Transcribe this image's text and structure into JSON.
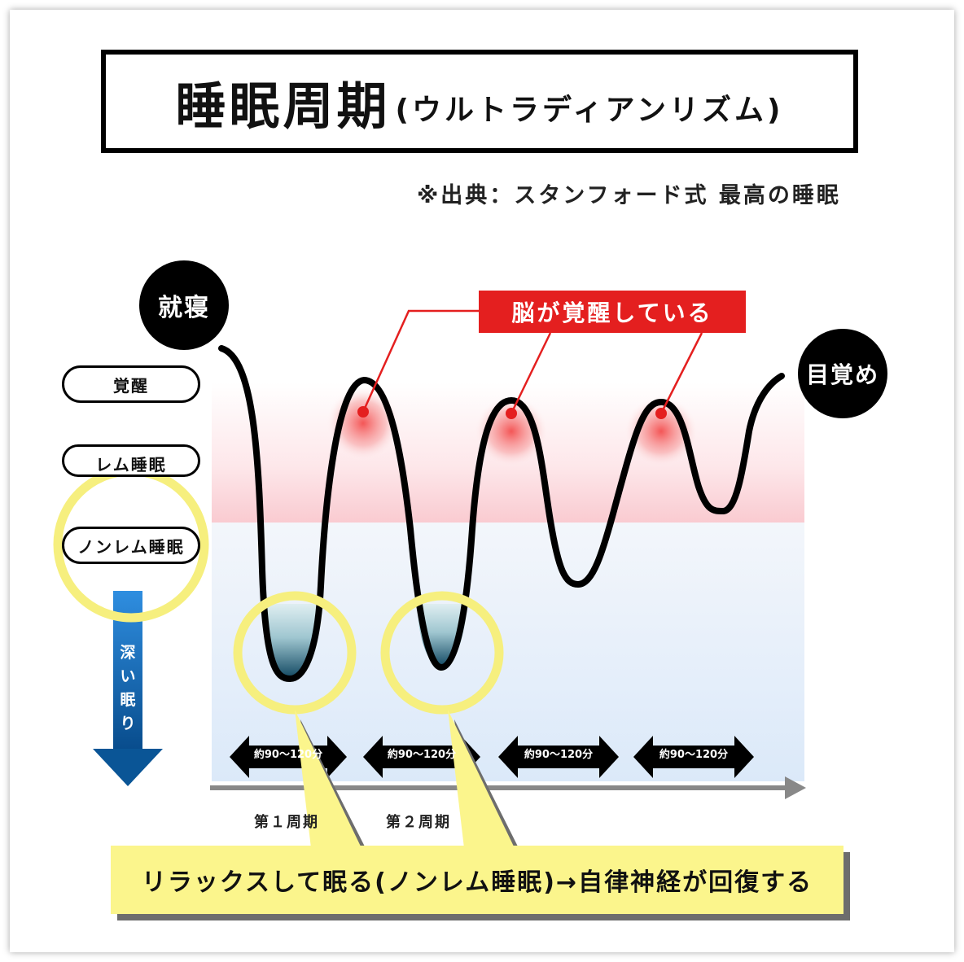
{
  "header": {
    "title_main": "睡眠周期",
    "title_sub": "(ウルトラディアンリズム)",
    "source": "※出典：スタンフォード式 最高の睡眠"
  },
  "markers": {
    "sleep_start": "就寝",
    "wake_up": "目覚め"
  },
  "brain_awake_label": "脳が覚醒している",
  "stages": {
    "awake": "覚醒",
    "rem": "レム睡眠",
    "nonrem": "ノンレム睡眠"
  },
  "deep_sleep_label": "深い眠り",
  "periods": [
    "約90〜120分",
    "約90〜120分",
    "約90〜120分",
    "約90〜120分"
  ],
  "cycles": [
    "第１周期",
    "第２周期"
  ],
  "callout": "リラックスして眠る(ノンレム睡眠)→自律神経が回復する",
  "colors": {
    "accent_red": "#e41f1f",
    "highlight_yellow": "#fbf58c",
    "deep_blue": "#0b63ae",
    "curve": "#000000"
  }
}
